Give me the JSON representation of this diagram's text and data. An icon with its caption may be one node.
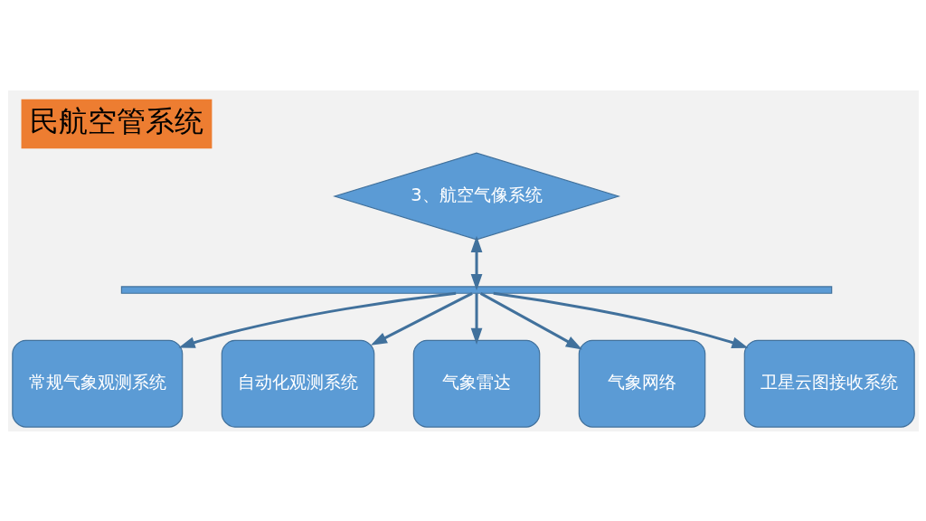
{
  "diagram": {
    "title": "民航空管系统",
    "nodes": [
      {
        "text": [
          "3、航空气像系统"
        ]
      },
      {
        "text": [],
        "shape": "bar"
      },
      {
        "text": [
          "常规气象观测系统"
        ]
      },
      {
        "text": [
          "自动化观测系统"
        ]
      },
      {
        "text": [
          "气象雷达"
        ]
      },
      {
        "text": [
          "气象网络"
        ]
      },
      {
        "text": [
          "卫星云图接收系统"
        ]
      }
    ],
    "edges": [
      {
        "from": 0,
        "to": 1,
        "arrow": "both"
      },
      {
        "from": 1,
        "to": 2,
        "arrow": "to"
      },
      {
        "from": 1,
        "to": 3,
        "arrow": "to"
      },
      {
        "from": 1,
        "to": 4,
        "arrow": "to"
      },
      {
        "from": 1,
        "to": 5,
        "arrow": "to"
      },
      {
        "from": 1,
        "to": 6,
        "arrow": "to"
      }
    ]
  }
}
